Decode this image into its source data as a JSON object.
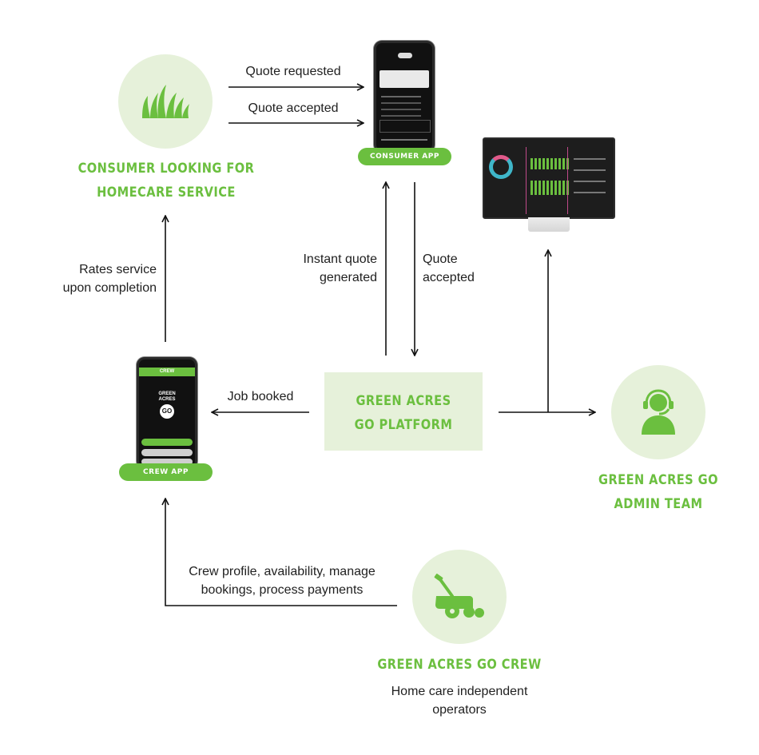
{
  "nodes": {
    "consumer": {
      "title_line1": "CONSUMER LOOKING FOR",
      "title_line2": "HOMECARE SERVICE"
    },
    "platform": {
      "title_line1": "GREEN ACRES",
      "title_line2": "GO PLATFORM"
    },
    "admin": {
      "title_line1": "GREEN ACRES GO",
      "title_line2": "ADMIN TEAM"
    },
    "crew": {
      "title": "GREEN ACRES GO CREW",
      "subtitle_line1": "Home care independent",
      "subtitle_line2": "operators"
    },
    "consumer_app": {
      "label": "CONSUMER APP"
    },
    "crew_app": {
      "label": "CREW APP",
      "screen_header": "CREW",
      "logo_line1": "GREEN",
      "logo_line2": "ACRES",
      "logo_badge": "GO"
    }
  },
  "edges": {
    "quote_requested": "Quote requested",
    "quote_accepted_top": "Quote accepted",
    "instant_quote_line1": "Instant quote",
    "instant_quote_line2": "generated",
    "quote_accepted_mid_line1": "Quote",
    "quote_accepted_mid_line2": "accepted",
    "rates_line1": "Rates service",
    "rates_line2": "upon completion",
    "job_booked": "Job booked",
    "crew_profile_line1": "Crew profile, availability, manage",
    "crew_profile_line2": "bookings, process payments"
  },
  "colors": {
    "accent": "#6bbf3f",
    "pale": "#e6f1da",
    "dark": "#111111"
  },
  "icons": [
    "grass-icon",
    "headset-person-icon",
    "lawn-mower-icon"
  ]
}
